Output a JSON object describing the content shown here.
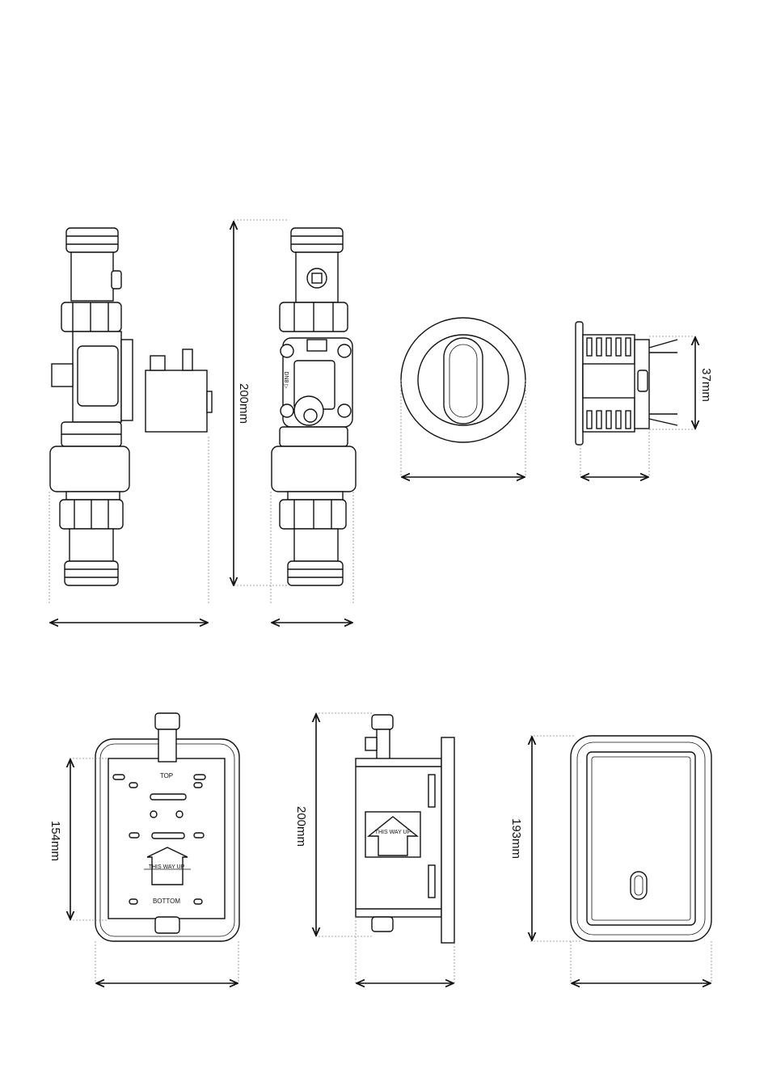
{
  "dimensions": {
    "valve_height": "200mm",
    "sensor_depth": "37mm",
    "box_height": "154mm",
    "box_side_height": "200mm",
    "plate_height": "193mm"
  },
  "box_labels": {
    "top": "TOP",
    "bottom": "BOTTOM",
    "this_way_up": "THIS WAY UP"
  },
  "valve_side_label": "DN8 ▷"
}
